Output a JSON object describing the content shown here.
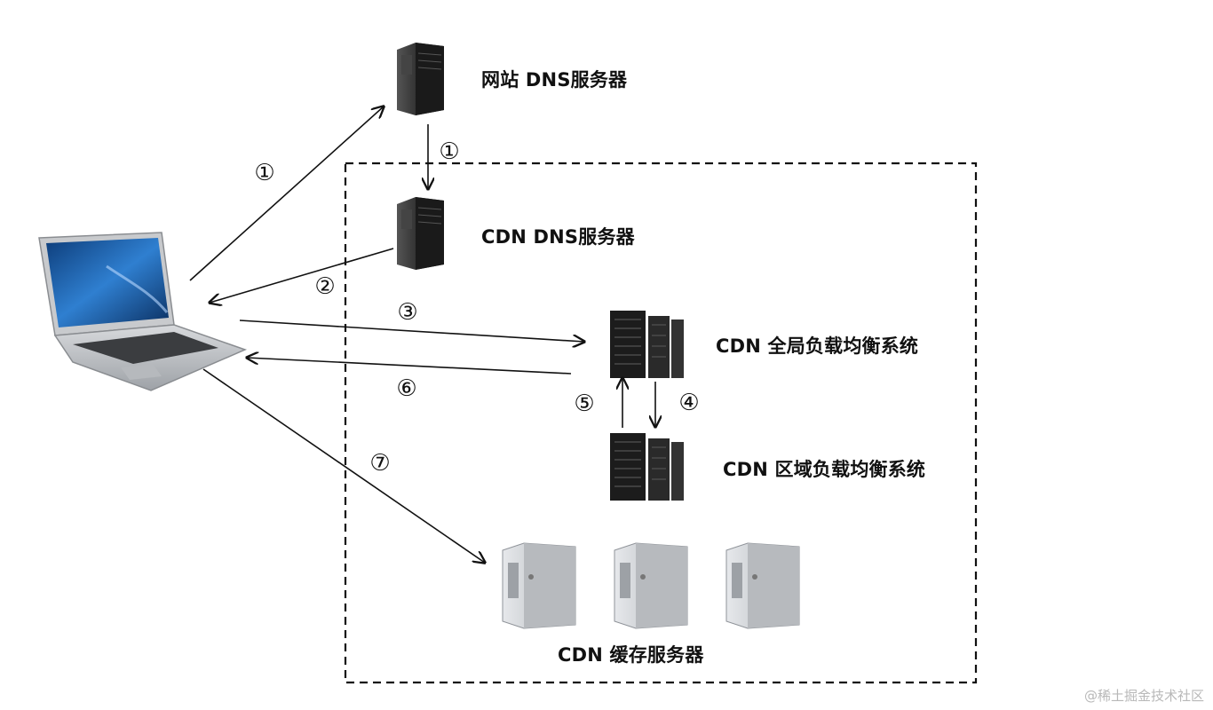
{
  "labels": {
    "website_dns": "网站 DNS服务器",
    "cdn_dns": "CDN DNS服务器",
    "global_lb": "CDN 全局负载均衡系统",
    "regional_lb": "CDN 区域负载均衡系统",
    "cache_servers": "CDN 缓存服务器"
  },
  "steps": {
    "s1a": "①",
    "s1b": "①",
    "s2": "②",
    "s3": "③",
    "s4": "④",
    "s5": "⑤",
    "s6": "⑥",
    "s7": "⑦"
  },
  "watermark": "@稀土掘金技术社区",
  "colors": {
    "line": "#111111",
    "tower_dark": "#2a2a2a",
    "rack_dark": "#1c1c1c",
    "cache_silver": "#c9ccd0",
    "laptop_screen": "#1f5fa8"
  }
}
